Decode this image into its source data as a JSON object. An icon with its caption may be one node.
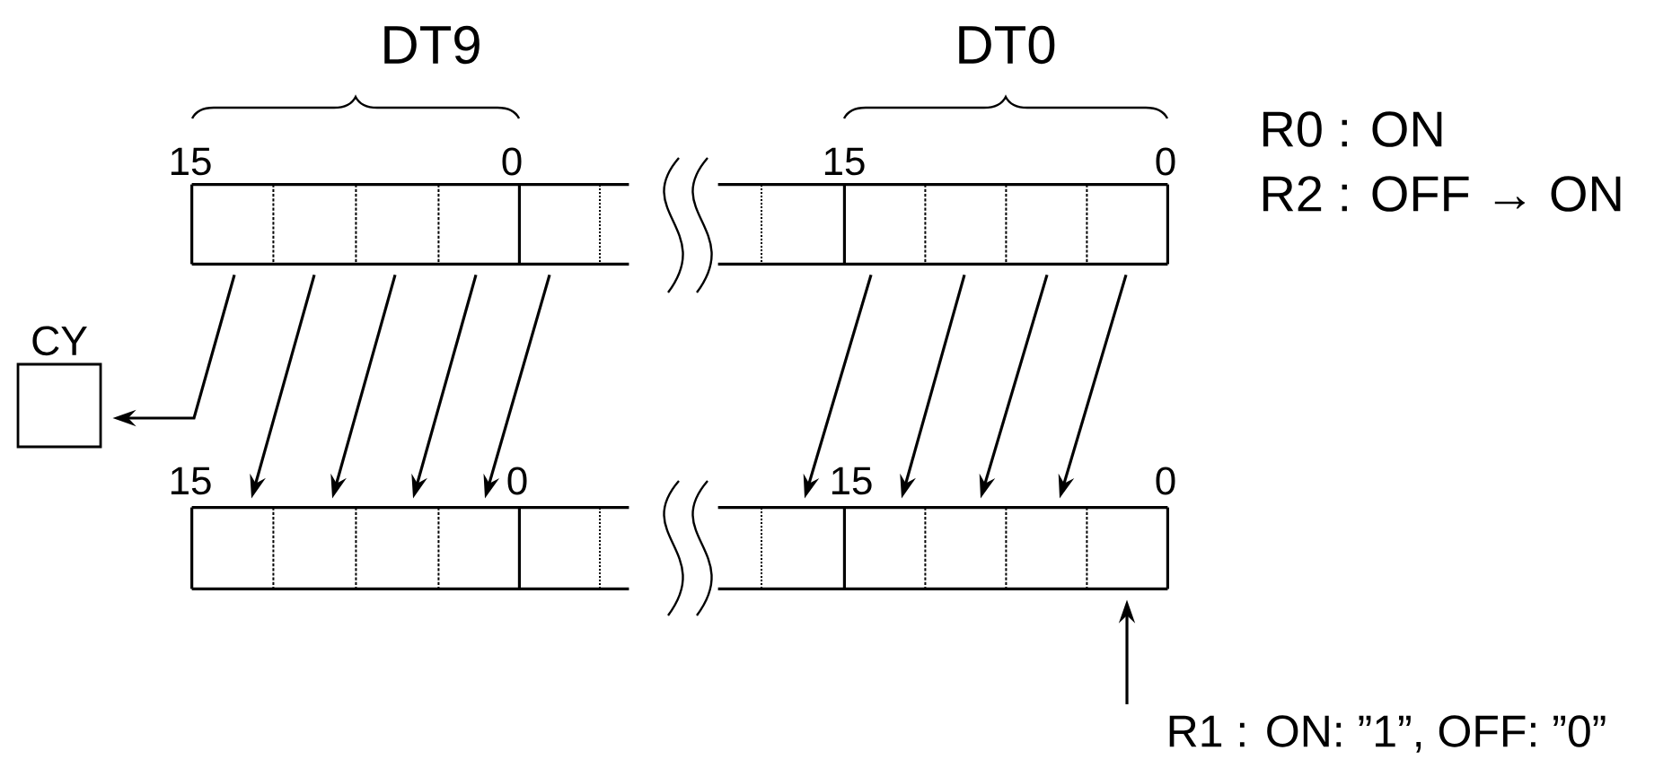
{
  "diagram": {
    "nodes": [
      {
        "text": [
          "CY"
        ]
      },
      {
        "text": [],
        "shape": "box"
      },
      {
        "text": [],
        "shape": "box"
      },
      {
        "text": [],
        "shape": "box"
      },
      {
        "text": [],
        "shape": "box"
      },
      {
        "text": [],
        "shape": "box"
      },
      {
        "text": [],
        "shape": "box"
      },
      {
        "text": [],
        "shape": "box"
      },
      {
        "text": [],
        "shape": "box"
      },
      {
        "text": [],
        "shape": "box"
      },
      {
        "text": [],
        "shape": "box"
      },
      {
        "text": [],
        "shape": "box"
      },
      {
        "text": [],
        "shape": "box"
      },
      {
        "text": [],
        "shape": "box"
      },
      {
        "text": [],
        "shape": "box"
      },
      {
        "text": [],
        "shape": "box"
      },
      {
        "text": [],
        "shape": "box"
      },
      {
        "text": [],
        "shape": "box"
      },
      {
        "text": [],
        "shape": "box"
      },
      {
        "text": [],
        "shape": "box"
      },
      {
        "text": [],
        "shape": "box"
      },
      {
        "text": [
          "R1 : ON: ”1”, OFF: ”0”"
        ]
      }
    ],
    "edges": [
      {
        "from": 1,
        "to": 0,
        "arrow": "to"
      },
      {
        "from": 2,
        "to": 11,
        "arrow": "to"
      },
      {
        "from": 3,
        "to": 12,
        "arrow": "to"
      },
      {
        "from": 4,
        "to": 13,
        "arrow": "to"
      },
      {
        "from": 5,
        "to": 14,
        "arrow": "to"
      },
      {
        "from": 7,
        "to": 16,
        "arrow": "to"
      },
      {
        "from": 8,
        "to": 17,
        "arrow": "to"
      },
      {
        "from": 9,
        "to": 18,
        "arrow": "to"
      },
      {
        "from": 10,
        "to": 19,
        "arrow": "to"
      },
      {
        "from": 21,
        "to": 20,
        "arrow": "to"
      }
    ],
    "labels": [
      "DT9",
      "DT0",
      "R0 : ON",
      "15",
      "0",
      "15",
      "0",
      "R2 : OFF → ON",
      "15",
      "0",
      "15",
      "0"
    ]
  }
}
